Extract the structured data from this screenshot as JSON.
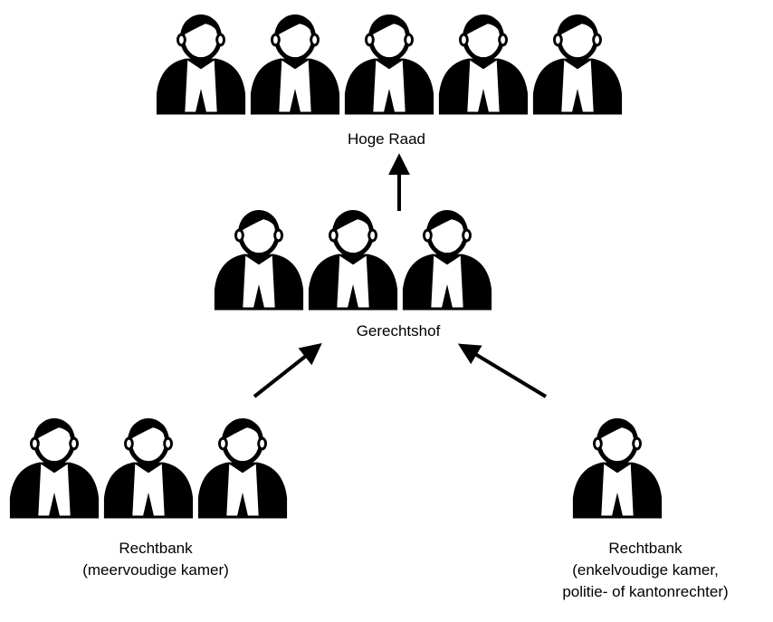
{
  "diagram": {
    "colors": {
      "ink": "#000000",
      "paper": "#ffffff"
    },
    "nodes": [
      {
        "id": "hoge-raad",
        "lines": [
          "Hoge Raad"
        ],
        "judges": 5
      },
      {
        "id": "gerechtshof",
        "lines": [
          "Gerechtshof"
        ],
        "judges": 3
      },
      {
        "id": "rechtbank-meervoudig",
        "lines": [
          "Rechtbank",
          "(meervoudige kamer)"
        ],
        "judges": 3
      },
      {
        "id": "rechtbank-enkelvoudig",
        "lines": [
          "Rechtbank",
          "(enkelvoudige kamer,",
          "politie- of kantonrechter)"
        ],
        "judges": 1
      }
    ],
    "edges": [
      {
        "from": "gerechtshof",
        "to": "hoge-raad"
      },
      {
        "from": "rechtbank-meervoudig",
        "to": "gerechtshof"
      },
      {
        "from": "rechtbank-enkelvoudig",
        "to": "gerechtshof"
      }
    ]
  }
}
